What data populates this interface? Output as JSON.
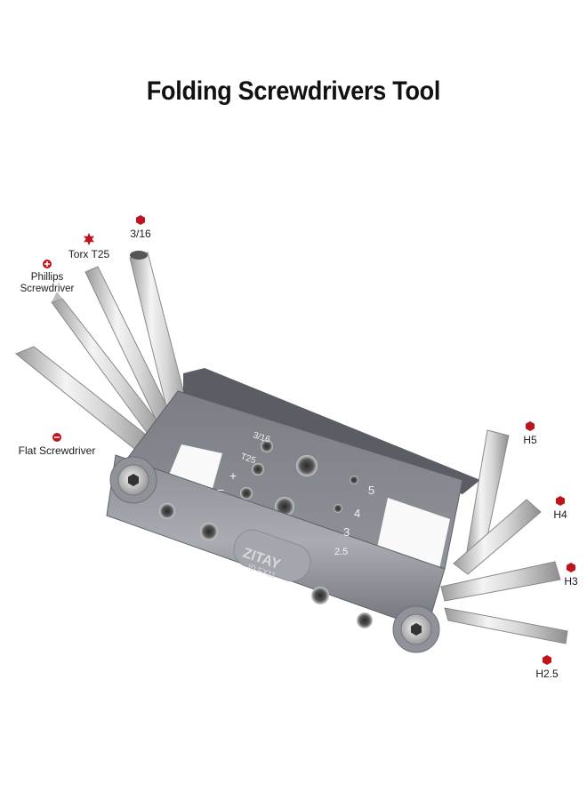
{
  "title": "Folding Screwdrivers Tool",
  "accent_color": "#c0141c",
  "labels": {
    "hex_3_16": {
      "text": "3/16",
      "icon": "hex-bit-icon"
    },
    "torx_t25": {
      "text": "Torx T25",
      "icon": "torx-star-icon"
    },
    "phillips": {
      "line1": "Phillips",
      "line2": "Screwdriver",
      "icon": "phillips-cross-icon"
    },
    "flat": {
      "text": "Flat Screwdriver",
      "icon": "flat-minus-icon"
    },
    "h5": {
      "text": "H5",
      "icon": "hex-bit-icon"
    },
    "h4": {
      "text": "H4",
      "icon": "hex-bit-icon"
    },
    "h3": {
      "text": "H3",
      "icon": "hex-bit-icon"
    },
    "h2_5": {
      "text": "H2.5",
      "icon": "hex-bit-icon"
    }
  },
  "engravings": {
    "s1": "3/16",
    "s2": "T25",
    "s3": "+",
    "s4": "−",
    "n5": "5",
    "n4": "4",
    "n3": "3",
    "n25": "2.5",
    "brand": "ZITAY",
    "model": "ID FX11"
  }
}
